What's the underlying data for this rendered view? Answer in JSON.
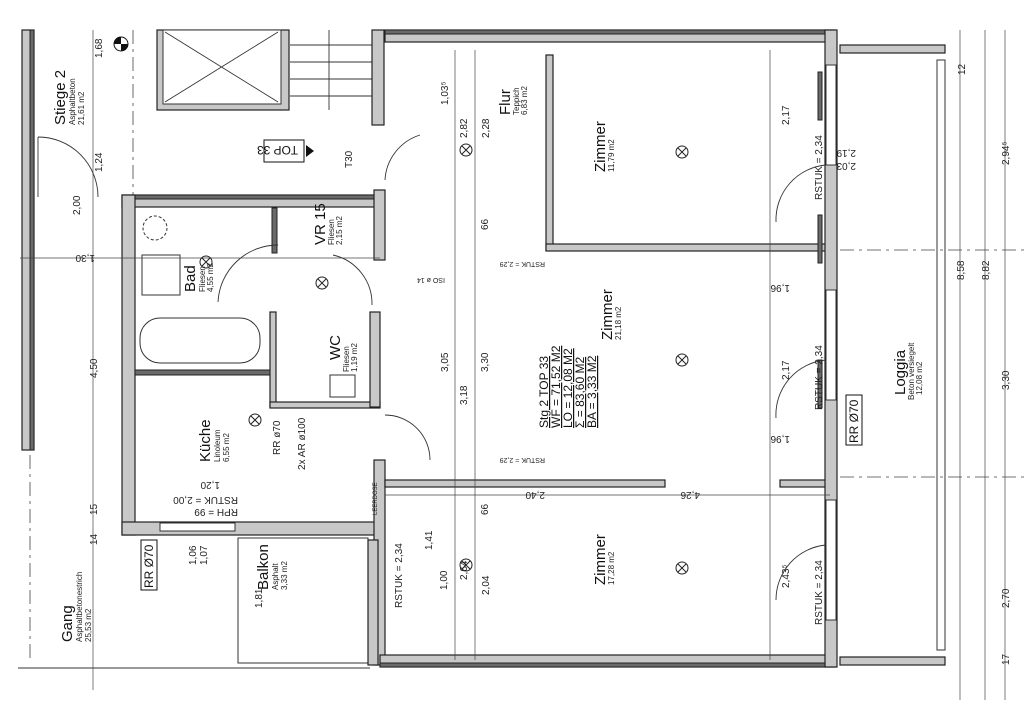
{
  "title_marker": "TOP 33",
  "door_rating": "T30",
  "rooms": {
    "stiege": {
      "name": "Stiege 2",
      "floor": "Asphaltbeton",
      "area": "21,61 m2"
    },
    "gang": {
      "name": "Gang",
      "floor": "Asphaltbetonestrich",
      "area": "25,53 m2"
    },
    "bad": {
      "name": "Bad",
      "floor": "Fliesen",
      "area": "4,55 m2"
    },
    "vr": {
      "name": "VR 15",
      "floor": "Fliesen",
      "area": "2,15 m2"
    },
    "wc": {
      "name": "WC",
      "floor": "Fliesen",
      "area": "1,19 m2"
    },
    "kueche": {
      "name": "Küche",
      "floor": "Linoleum",
      "area": "6,55 m2"
    },
    "balkon": {
      "name": "Balkon",
      "floor": "Asphalt",
      "area": "3,33 m2"
    },
    "flur": {
      "name": "Flur",
      "floor": "Teppich",
      "area": "6,83 m2"
    },
    "zimmer1": {
      "name": "Zimmer",
      "area": "11,79 m2"
    },
    "zimmer2": {
      "name": "Zimmer",
      "area": "21,18 m2"
    },
    "zimmer3": {
      "name": "Zimmer",
      "area": "17,28 m2"
    },
    "loggia": {
      "name": "Loggia",
      "floor": "Beton versiegelt",
      "area": "12,08 m2"
    }
  },
  "summary": {
    "line1": "Stg 2    TOP 33",
    "line2": "WF =  71,52 M2",
    "line3": "LO =  12,08 M2",
    "line4": "Σ =  83,60 M2",
    "line5": "BA =   3,33 M2"
  },
  "annotations": {
    "rr_box": "RR Ø70",
    "rr_pipe": "RR ø70",
    "ar_pipe": "2x AR ø100",
    "rstuk_234": "RSTUK = 2,34",
    "rstuk_229": "RSTUK = 2,29",
    "rstuk_200": "RSTUK = 2,00",
    "rph": "RPH = 99",
    "iso": "ISO ø 14",
    "leerdose": "LEERDOSE"
  },
  "dims": [
    "4,50",
    "1,30",
    "8,58",
    "8,82",
    "3,30",
    "2,94⁵",
    "2,70",
    "2,17",
    "2,17",
    "2,43⁵",
    "3,05",
    "3,30",
    "3,18",
    "2,82",
    "2,28",
    "2,04",
    "1,00",
    "1,41",
    "1,68",
    "1,24",
    "2,00",
    "2,40",
    "4,26",
    "1,06",
    "1,07",
    "1,81",
    "1,03⁵",
    "1,20",
    "2,19",
    "2,03",
    "1,96",
    "1,96",
    "2,64",
    "66",
    "66",
    "15",
    "12",
    "17",
    "14"
  ]
}
